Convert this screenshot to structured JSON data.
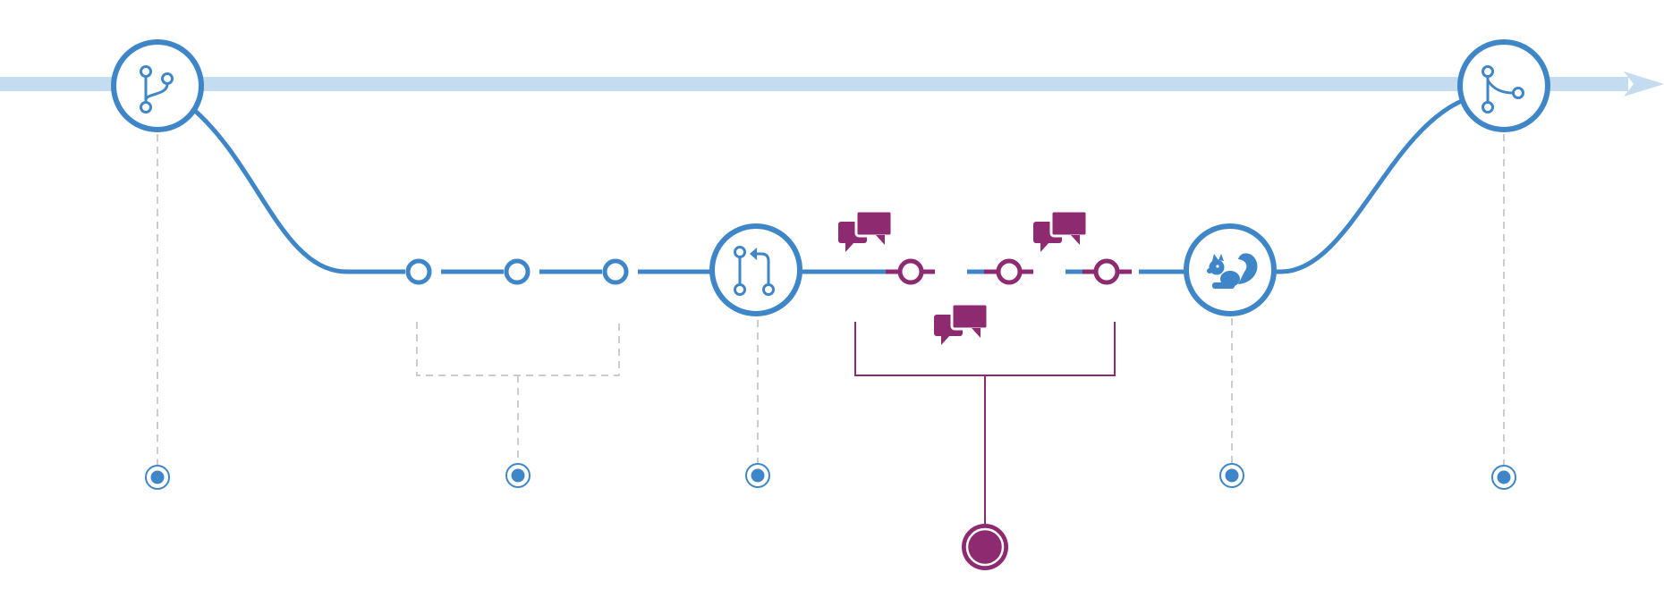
{
  "diagram": {
    "kind": "github-flow",
    "colors": {
      "main_track": "#c5dbef",
      "flow_blue": "#3f86c8",
      "review_purple": "#8e2a70",
      "guide_gray": "#cccccc",
      "white": "#ffffff"
    },
    "stages": [
      {
        "id": "branch",
        "icon": "branch-icon"
      },
      {
        "id": "commits",
        "icon": "commit-dot-icon",
        "count": 3
      },
      {
        "id": "pull-request",
        "icon": "pull-request-icon"
      },
      {
        "id": "discussion",
        "icon": "comment-bubbles-icon",
        "count": 3
      },
      {
        "id": "deploy",
        "icon": "squirrel-icon"
      },
      {
        "id": "merge",
        "icon": "merge-icon"
      }
    ]
  }
}
